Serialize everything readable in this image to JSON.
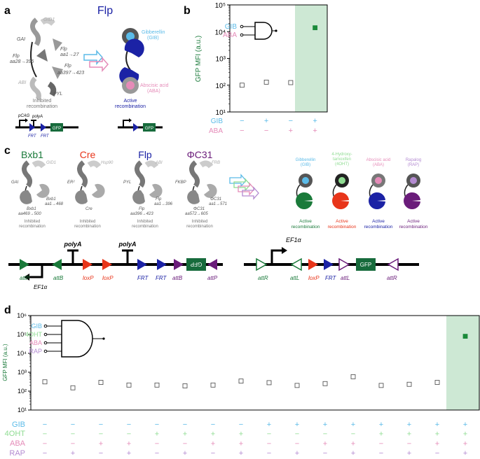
{
  "colors": {
    "gib": "#5bbbe8",
    "ohT": "#8fdc92",
    "aba": "#e58bb8",
    "rap": "#b38ad1",
    "bxb1": "#1a7a3a",
    "cre": "#e8351a",
    "flp": "#1b22a5",
    "phi": "#6a1c7a",
    "green_box": "#cde8d4",
    "gfp": "#176b3c"
  },
  "panel_a": {
    "letter": "a",
    "title": "Flp",
    "labels_left": [
      "GID1",
      "GAI",
      "Flp",
      "aa1→27",
      "Flp",
      "aa28→396",
      "Flp",
      "aa397→423",
      "ABI",
      "PYL"
    ],
    "left_caption": "Inhibited\nrecombination",
    "right_top": "Gibberellin\n(GIB)",
    "right_bottom": "Abscisic acid\n(ABA)",
    "right_caption": "Active\nrecombination",
    "construct_left": [
      "pCAG",
      "polyA",
      "FRT",
      "FRT",
      "GFP"
    ],
    "construct_right": [
      "GFP"
    ]
  },
  "panel_b": {
    "letter": "b",
    "gate_inputs": [
      "GIB",
      "ABA"
    ],
    "ylabel": "GFP MFI (a.u.)",
    "row_labels": [
      "GIB",
      "ABA"
    ],
    "signs": [
      [
        "−",
        "+",
        "−",
        "+"
      ],
      [
        "−",
        "−",
        "+",
        "+"
      ]
    ]
  },
  "panel_c": {
    "letter": "c",
    "recombinases": [
      {
        "name": "Bxb1",
        "parts": [
          "GID1",
          "GAI",
          "Bxb1",
          "aa1→468",
          "Bxb1",
          "aa469→500"
        ]
      },
      {
        "name": "Cre",
        "parts": [
          "Hsp90",
          "ER²",
          "Cre"
        ]
      },
      {
        "name": "Flp",
        "parts": [
          "ABI",
          "PYL",
          "Flp",
          "aa1→396",
          "Flp",
          "aa396→423"
        ]
      },
      {
        "name": "ΦC31",
        "parts": [
          "FRB",
          "FKBP",
          "ΦC31",
          "aa1→571",
          "ΦC31",
          "aa572→605"
        ]
      }
    ],
    "inhibited": "Inhibited\nrecombination",
    "ligands": [
      "Gibberellin\n(GIB)",
      "4-Hydroxy-\ntamoxifen\n(4OHT)",
      "Abscisic acid\n(ABA)",
      "Rapalog\n(RAP)"
    ],
    "active": "Active\nrecombination",
    "construct_left": [
      "attP",
      "EF1α",
      "attB",
      "polyA",
      "loxP",
      "loxP",
      "polyA",
      "FRT",
      "FRT",
      "attB",
      "attP",
      "GFP"
    ],
    "construct_right": [
      "EF1α",
      "attR",
      "attL",
      "loxP",
      "FRT",
      "attL",
      "GFP",
      "attR"
    ]
  },
  "panel_d": {
    "letter": "d",
    "gate_inputs": [
      "GIB",
      "4OHT",
      "ABA",
      "RAP"
    ],
    "ylabel": "GFP MFI (a.u.)",
    "row_labels": [
      "GIB",
      "4OHT",
      "ABA",
      "RAP"
    ],
    "signs": [
      [
        "−",
        "−",
        "−",
        "−",
        "−",
        "−",
        "−",
        "−",
        "+",
        "+",
        "+",
        "+",
        "+",
        "+",
        "+",
        "+"
      ],
      [
        "−",
        "−",
        "−",
        "−",
        "+",
        "+",
        "+",
        "+",
        "−",
        "−",
        "−",
        "−",
        "+",
        "+",
        "+",
        "+"
      ],
      [
        "−",
        "−",
        "+",
        "+",
        "−",
        "−",
        "+",
        "+",
        "−",
        "−",
        "+",
        "+",
        "−",
        "−",
        "+",
        "+"
      ],
      [
        "−",
        "+",
        "−",
        "+",
        "−",
        "+",
        "−",
        "+",
        "−",
        "+",
        "−",
        "+",
        "−",
        "+",
        "−",
        "+"
      ]
    ]
  },
  "chart_data": [
    {
      "type": "scatter",
      "panel": "b",
      "ylabel": "GFP MFI (a.u.)",
      "yscale": "log",
      "ylim": [
        10,
        100000
      ],
      "ytick_labels": [
        "10¹",
        "10²",
        "10³",
        "10⁴",
        "10⁵"
      ],
      "values": [
        100,
        130,
        125,
        14000
      ],
      "highlight_index": 3
    },
    {
      "type": "scatter",
      "panel": "d",
      "ylabel": "GFP MFI (a.u.)",
      "yscale": "log",
      "ylim": [
        10,
        1000000
      ],
      "ytick_labels": [
        "10¹",
        "10²",
        "10³",
        "10⁴",
        "10⁵",
        "10⁶"
      ],
      "values": [
        310,
        150,
        290,
        210,
        210,
        190,
        210,
        340,
        280,
        200,
        250,
        580,
        200,
        230,
        290,
        80000
      ],
      "highlight_index": 15
    }
  ]
}
